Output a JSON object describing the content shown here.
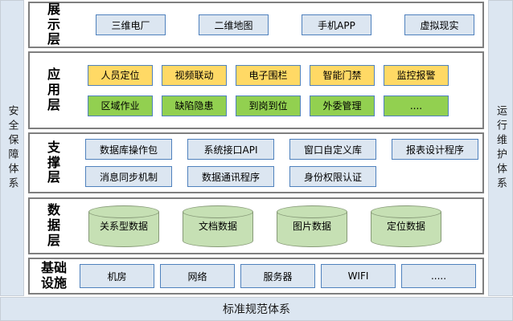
{
  "colors": {
    "strip_bg": "#dce6f1",
    "layer_bg": "#ffffff",
    "layer_border": "#7f7f7f",
    "node_border": "#4f81bd",
    "blue_node_fill": "#dce6f1",
    "yellow_node_fill": "#ffd965",
    "green_node_fill": "#92d050",
    "cylinder_fill": "#c6e0b4"
  },
  "side": {
    "left": "安全保障体系",
    "right": "运行维护体系",
    "bottom": "标准规范体系"
  },
  "layers": {
    "display": {
      "title": "展\n示\n层",
      "boxes": [
        "三维电厂",
        "二维地图",
        "手机APP",
        "虚拟现实"
      ]
    },
    "application": {
      "title": "应\n用\n层",
      "row1": [
        "人员定位",
        "视频联动",
        "电子围栏",
        "智能门禁",
        "监控报警"
      ],
      "row2": [
        "区域作业",
        "缺陷隐患",
        "到岗到位",
        "外委管理",
        "...."
      ]
    },
    "support": {
      "title": "支\n撑\n层",
      "row1": [
        "数据库操作包",
        "系统接口API",
        "窗口自定义库",
        "报表设计程序"
      ],
      "row2": [
        "消息同步机制",
        "数据通讯程序",
        "身份权限认证"
      ]
    },
    "data": {
      "title": "数\n据\n层",
      "cylinders": [
        "关系型数据",
        "文档数据",
        "图片数据",
        "定位数据"
      ]
    },
    "infrastructure": {
      "title": "基础\n设施",
      "boxes": [
        "机房",
        "网络",
        "服务器",
        "WIFI",
        "....."
      ]
    }
  }
}
